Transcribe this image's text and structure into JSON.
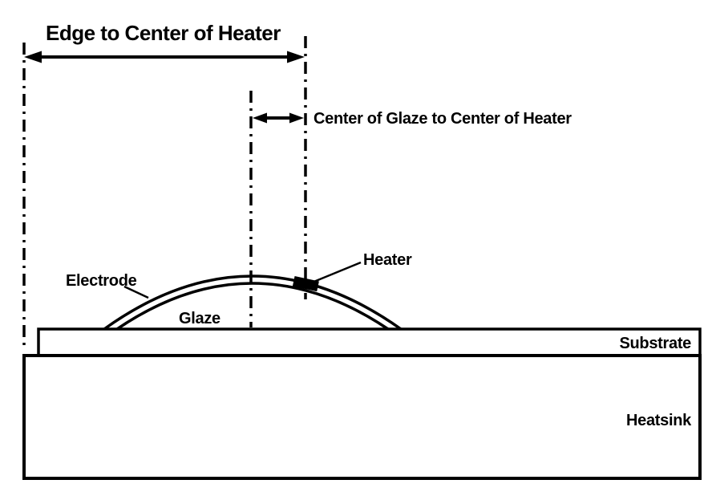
{
  "diagram": {
    "type": "cross-section-schematic",
    "colors": {
      "background": "#ffffff",
      "line": "#000000",
      "heater_fill": "#000000"
    },
    "dimension_annotations": {
      "edge_to_center_label": "Edge to Center of Heater",
      "glaze_to_heater_label": "Center of Glaze to Center of Heater"
    },
    "component_labels": {
      "heater": "Heater",
      "electrode": "Electrode",
      "glaze": "Glaze",
      "substrate": "Substrate",
      "heatsink": "Heatsink"
    }
  }
}
